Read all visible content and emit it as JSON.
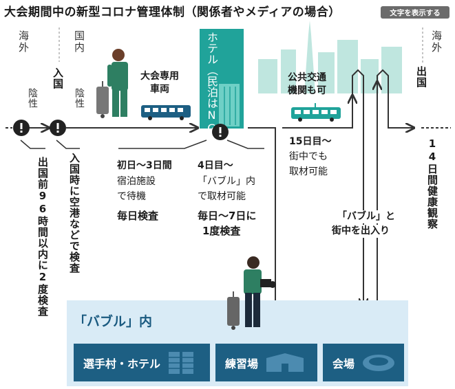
{
  "title": "大会期間中の新型コロナ管理体制（関係者やメディアの場合）",
  "overlay_button": "文字を表示する",
  "regions": {
    "overseas_left": "海外",
    "domestic": "国内",
    "overseas_right": "海外"
  },
  "checkpoints": {
    "entry": "入国",
    "exit": "出国",
    "negative_1": "陰性",
    "negative_2": "陰性"
  },
  "notes": {
    "pre_departure": "出国前96時間以内に2度検査",
    "at_entry": "入国時に空港などで検査",
    "day1_3_title": "初日〜3日間",
    "day1_3_body1": "宿泊施設",
    "day1_3_body2": "で待機",
    "day1_3_bold": "毎日検査",
    "day4_title": "4日目〜",
    "day4_body1": "「バブル」内",
    "day4_body2": "で取材可能",
    "day4_bold1": "毎日〜7日に",
    "day4_bold2": "1度検査",
    "day15_title": "15日目〜",
    "day15_body1": "街中でも",
    "day15_body2": "取材可能",
    "bubble_move1": "「バブル」と",
    "bubble_move2": "街中を出入り",
    "observation": "14日間健康観察"
  },
  "transport": {
    "dedicated_1": "大会専用",
    "dedicated_2": "車両",
    "public_1": "公共交通",
    "public_2": "機関も可"
  },
  "hotel": {
    "label": "ホテル（民泊はNG）"
  },
  "bubble": {
    "title": "「バブル」内",
    "venues": [
      "選手村・ホテル",
      "練習場",
      "会場"
    ]
  },
  "colors": {
    "teal": "#20a39a",
    "navy": "#1d5f83",
    "light_blue": "#d9ebf6",
    "arrow": "#333333"
  }
}
